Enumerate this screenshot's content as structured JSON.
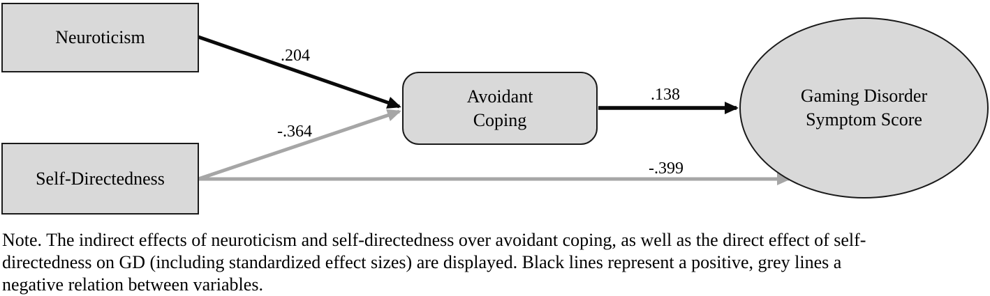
{
  "diagram": {
    "nodes": {
      "neuroticism": {
        "label": "Neuroticism",
        "shape": "rectangle"
      },
      "self_directedness": {
        "label": "Self-Directedness",
        "shape": "rectangle"
      },
      "avoidant_coping": {
        "label": "Avoidant\nCoping",
        "shape": "rounded-rectangle"
      },
      "gaming_disorder": {
        "label": "Gaming Disorder\nSymptom Score",
        "shape": "ellipse"
      }
    },
    "edges": [
      {
        "from": "Neuroticism",
        "to": "Avoidant Coping",
        "weight": ".204",
        "color": "black",
        "relation": "positive"
      },
      {
        "from": "Self-Directedness",
        "to": "Avoidant Coping",
        "weight": "-.364",
        "color": "grey",
        "relation": "negative"
      },
      {
        "from": "Avoidant Coping",
        "to": "Gaming Disorder Symptom Score",
        "weight": ".138",
        "color": "black",
        "relation": "positive"
      },
      {
        "from": "Self-Directedness",
        "to": "Gaming Disorder Symptom Score",
        "weight": "-.399",
        "color": "grey",
        "relation": "negative"
      }
    ],
    "colors": {
      "node_fill": "#d9d9d9",
      "node_border": "#1a1a1a",
      "positive_line": "#0a0a0a",
      "negative_line": "#a6a6a6"
    }
  },
  "note": {
    "text": "Note. The indirect effects of neuroticism and self-directedness over avoidant coping, as well as the direct effect of self-directedness on GD (including standardized effect sizes) are displayed. Black lines represent a positive, grey lines a negative relation between variables.",
    "lines": [
      "Note. The indirect effects of neuroticism and self-directedness over avoidant coping, as well as the direct effect of self-",
      "directedness on GD (including standardized effect sizes) are displayed. Black lines represent a positive, grey lines a",
      "negative relation between variables."
    ]
  }
}
